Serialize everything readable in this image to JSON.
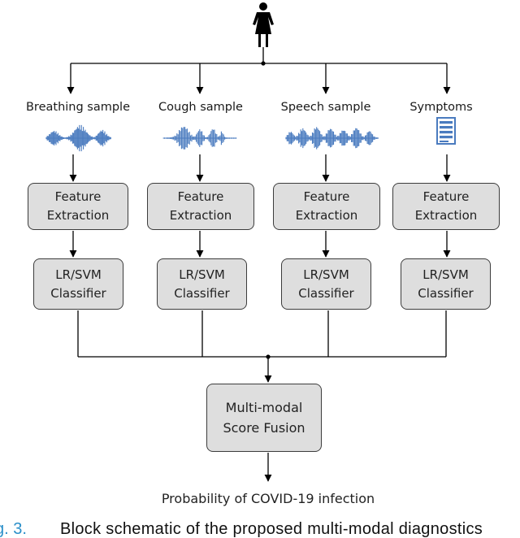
{
  "inputs": [
    {
      "label": "Breathing sample",
      "icon": "breathing-waveform-icon"
    },
    {
      "label": "Cough sample",
      "icon": "cough-waveform-icon"
    },
    {
      "label": "Speech sample",
      "icon": "speech-waveform-icon"
    },
    {
      "label": "Symptoms",
      "icon": "document-icon"
    }
  ],
  "feature_box": {
    "line1": "Feature",
    "line2": "Extraction"
  },
  "classifier_box": {
    "line1": "LR/SVM",
    "line2": "Classifier"
  },
  "fusion_box": {
    "line1": "Multi-modal",
    "line2": "Score Fusion"
  },
  "output_label": "Probability of COVID-19 infection",
  "caption": {
    "figure_label": "g. 3.",
    "text": "Block schematic of the proposed multi-modal diagnostics"
  },
  "colors": {
    "waveform": "#4a7bbf",
    "box_fill": "#dedede",
    "box_border": "#3c3c3c",
    "line": "#000000",
    "figure_label": "#2a8fc9"
  }
}
